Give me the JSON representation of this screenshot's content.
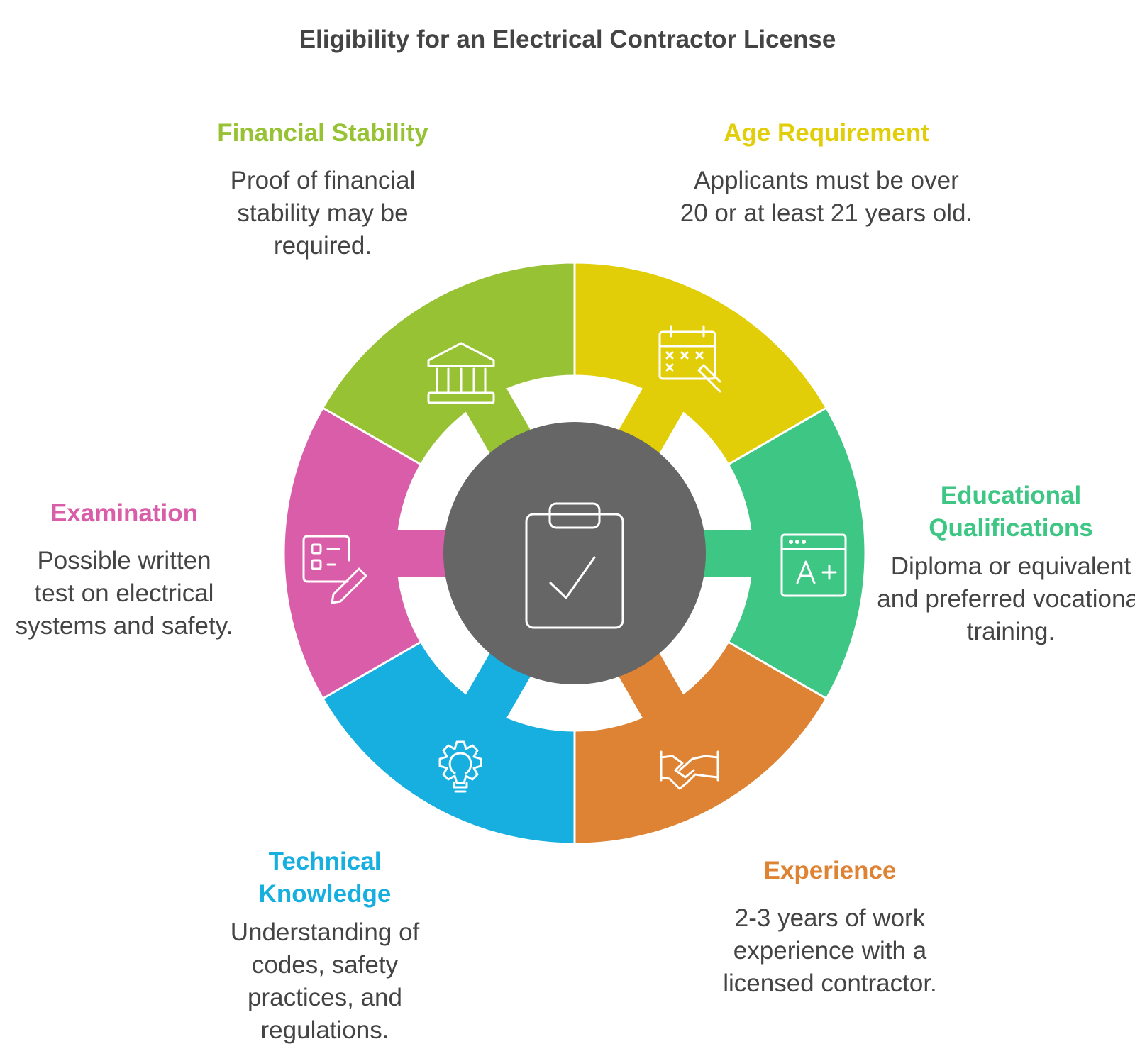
{
  "title": "Eligibility for an Electrical Contractor License",
  "colors": {
    "center": "#666666",
    "text": "#444444",
    "age": "#E1CE08",
    "education": "#3EC684",
    "experience": "#DE8233",
    "technical": "#17AEE0",
    "examination": "#D95DA8",
    "financial": "#97C233"
  },
  "center_icon": "clipboard-check-icon",
  "segments": [
    {
      "key": "age",
      "heading": "Age Requirement",
      "description": "Applicants must be over 20 or at least 21 years old.",
      "icon": "calendar-icon"
    },
    {
      "key": "education",
      "heading": "Educational Qualifications",
      "description": "Diploma or equivalent and preferred vocational training.",
      "icon": "grade-a-plus-icon"
    },
    {
      "key": "experience",
      "heading": "Experience",
      "description": "2-3 years of work experience with a licensed contractor.",
      "icon": "handshake-icon"
    },
    {
      "key": "technical",
      "heading": "Technical Knowledge",
      "description": "Understanding of codes, safety practices, and regulations.",
      "icon": "gear-lightbulb-icon"
    },
    {
      "key": "examination",
      "heading": "Examination",
      "description": "Possible written test on electrical systems and safety.",
      "icon": "checklist-pencil-icon"
    },
    {
      "key": "financial",
      "heading": "Financial Stability",
      "description": "Proof of financial stability may be required.",
      "icon": "bank-icon"
    }
  ]
}
